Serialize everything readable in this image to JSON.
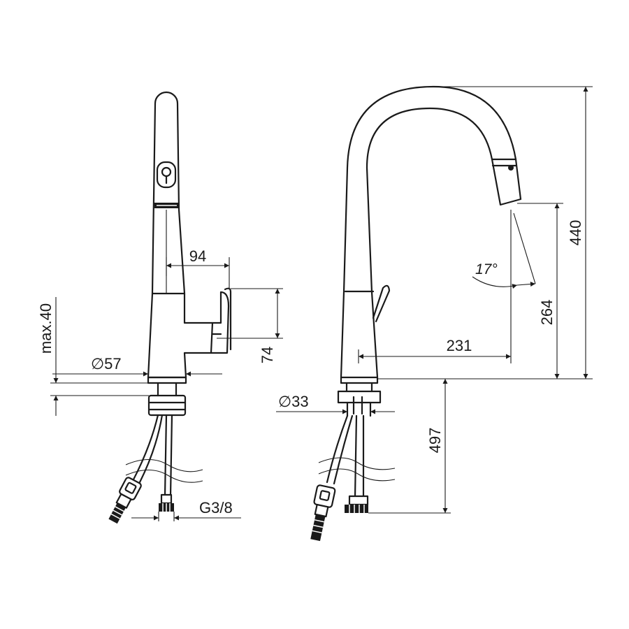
{
  "dimensions": {
    "side_view": {
      "spout_reach": "94",
      "handle_height": "74",
      "deck_thickness": "max.40",
      "base_diameter": "57",
      "hose_thread": "G3/8"
    },
    "front_view": {
      "total_height": "440",
      "spout_clearance": "264",
      "spout_projection": "231",
      "hose_length": "497",
      "shank_diameter": "33",
      "spray_angle": "17°"
    }
  },
  "symbols": {
    "diameter": "∅"
  }
}
